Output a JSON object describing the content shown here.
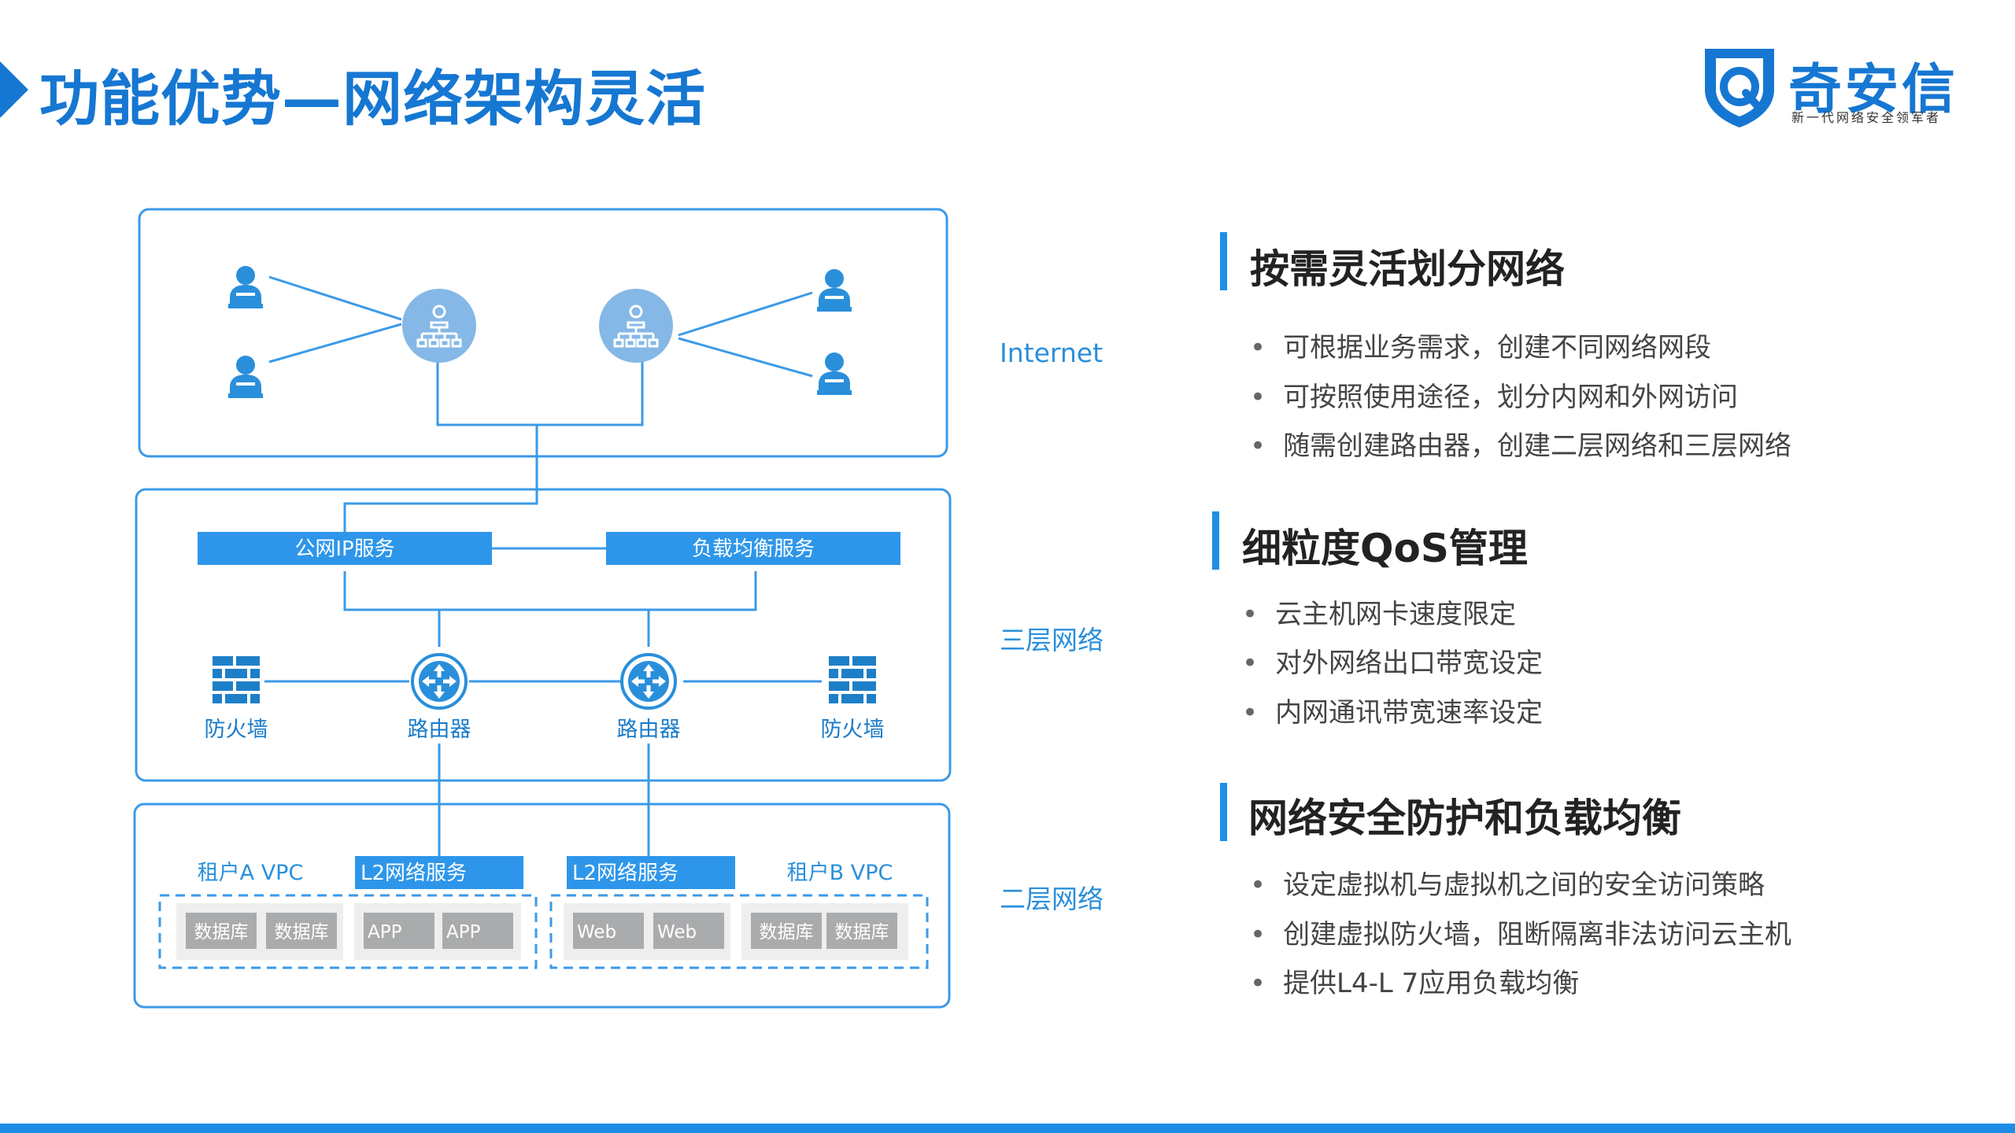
{
  "header": {
    "title": "功能优势—网络架构灵活",
    "logo_name": "奇安信",
    "logo_slogan": "新一代网络安全领军者"
  },
  "colors": {
    "primary": "#1677d2",
    "accent": "#3b9ae8",
    "node_circle": "#85b8e6",
    "box_gray": "#a9abad",
    "bottom_bar": "#1f8ce6"
  },
  "diagram": {
    "layers": {
      "internet": "Internet",
      "l3": "三层网络",
      "l2": "二层网络"
    },
    "services": {
      "public_ip": "公网IP服务",
      "load_balancer": "负载均衡服务"
    },
    "devices": {
      "firewall_left": "防火墙",
      "router_left": "路由器",
      "router_right": "路由器",
      "firewall_right": "防火墙"
    },
    "vpc": {
      "a_label": "租户A VPC",
      "b_label": "租户B VPC",
      "l2_service_left": "L2网络服务",
      "l2_service_right": "L2网络服务",
      "a_boxes": [
        "数据库",
        "数据库",
        "APP",
        "APP"
      ],
      "b_boxes": [
        "Web",
        "Web",
        "数据库",
        "数据库"
      ]
    },
    "icons": [
      "user-icon",
      "network-hub-icon",
      "firewall-icon",
      "router-icon"
    ]
  },
  "features": [
    {
      "title": "按需灵活划分网络",
      "bullets": [
        "可根据业务需求，创建不同网络网段",
        "可按照使用途径，划分内网和外网访问",
        "随需创建路由器，创建二层网络和三层网络"
      ]
    },
    {
      "title": "细粒度QoS管理",
      "bullets": [
        "云主机网卡速度限定",
        "对外网络出口带宽设定",
        "内网通讯带宽速率设定"
      ]
    },
    {
      "title": "网络安全防护和负载均衡",
      "bullets": [
        "设定虚拟机与虚拟机之间的安全访问策略",
        "创建虚拟防火墙，阻断隔离非法访问云主机",
        "提供L4-L 7应用负载均衡"
      ]
    }
  ]
}
